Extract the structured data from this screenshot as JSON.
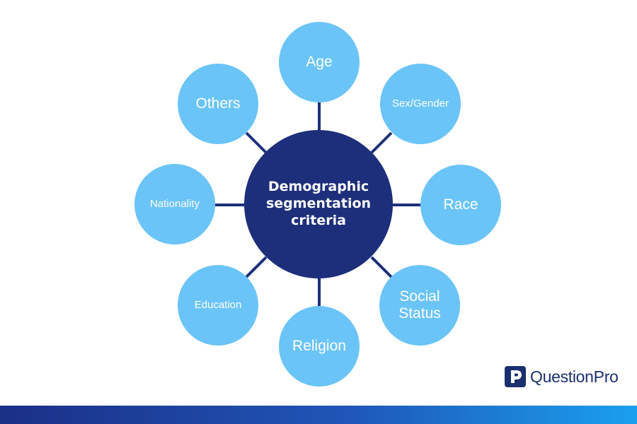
{
  "diagram": {
    "center_label": "Demographic segmentation criteria",
    "nodes": [
      {
        "id": "age",
        "label": "Age"
      },
      {
        "id": "sex_gender",
        "label": "Sex/Gender"
      },
      {
        "id": "race",
        "label": "Race"
      },
      {
        "id": "social_status",
        "label": "Social Status"
      },
      {
        "id": "religion",
        "label": "Religion"
      },
      {
        "id": "education",
        "label": "Education"
      },
      {
        "id": "nationality",
        "label": "Nationality"
      },
      {
        "id": "others",
        "label": "Others"
      }
    ]
  },
  "branding": {
    "logo_text": "QuestionPro"
  },
  "colors": {
    "hub": "#1d2f7a",
    "node": "#6ac4f7",
    "connector": "#1d2f7a",
    "logo": "#1a2f6e",
    "bar_start": "#1b2f86",
    "bar_end": "#1aa0ee"
  }
}
